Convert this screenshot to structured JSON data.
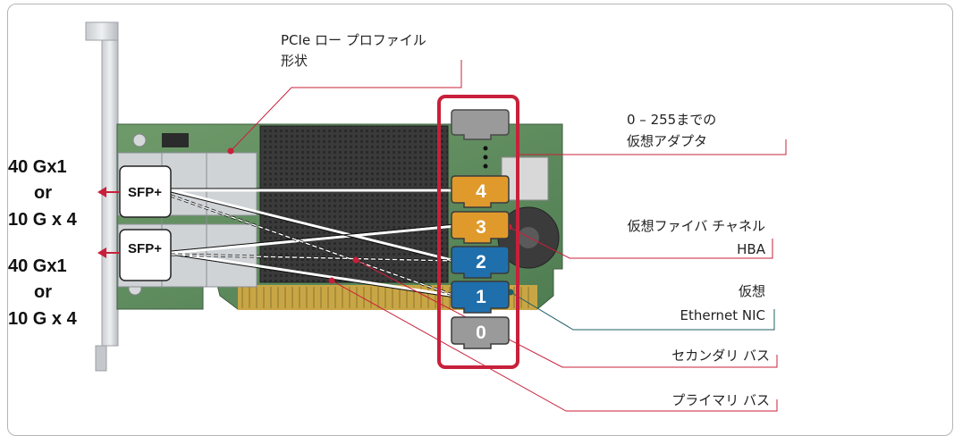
{
  "callouts": {
    "pcie_form_factor": [
      "PCIe ロー プロファイル",
      "形状"
    ],
    "virtual_adapters": [
      "0 – 255までの",
      "仮想アダプタ"
    ],
    "virtual_hba": [
      "仮想ファイバ チャネル",
      "HBA"
    ],
    "virtual_nic": [
      "仮想",
      "Ethernet NIC"
    ],
    "secondary_bus": "セカンダリ バス",
    "primary_bus": "プライマリ バス"
  },
  "ports": [
    {
      "label": "SFP+",
      "speed_lines": [
        "40 Gx1",
        "or",
        "10 G x 4"
      ]
    },
    {
      "label": "SFP+",
      "speed_lines": [
        "40 Gx1",
        "or",
        "10 G x 4"
      ]
    }
  ],
  "adapters": [
    {
      "number": "4",
      "kind": "fibre-channel",
      "color": "#e09a2c"
    },
    {
      "number": "3",
      "kind": "fibre-channel",
      "color": "#e09a2c"
    },
    {
      "number": "2",
      "kind": "ethernet",
      "color": "#1f6fad"
    },
    {
      "number": "1",
      "kind": "ethernet",
      "color": "#1f6fad"
    },
    {
      "number": "0",
      "kind": "generic",
      "color": "#9a9a9a"
    }
  ],
  "colors": {
    "accent_red": "#c8203a",
    "fc_orange": "#e09a2c",
    "eth_blue": "#1f6fad",
    "gray": "#9a9a9a",
    "nic_leader": "#1f5f66"
  }
}
